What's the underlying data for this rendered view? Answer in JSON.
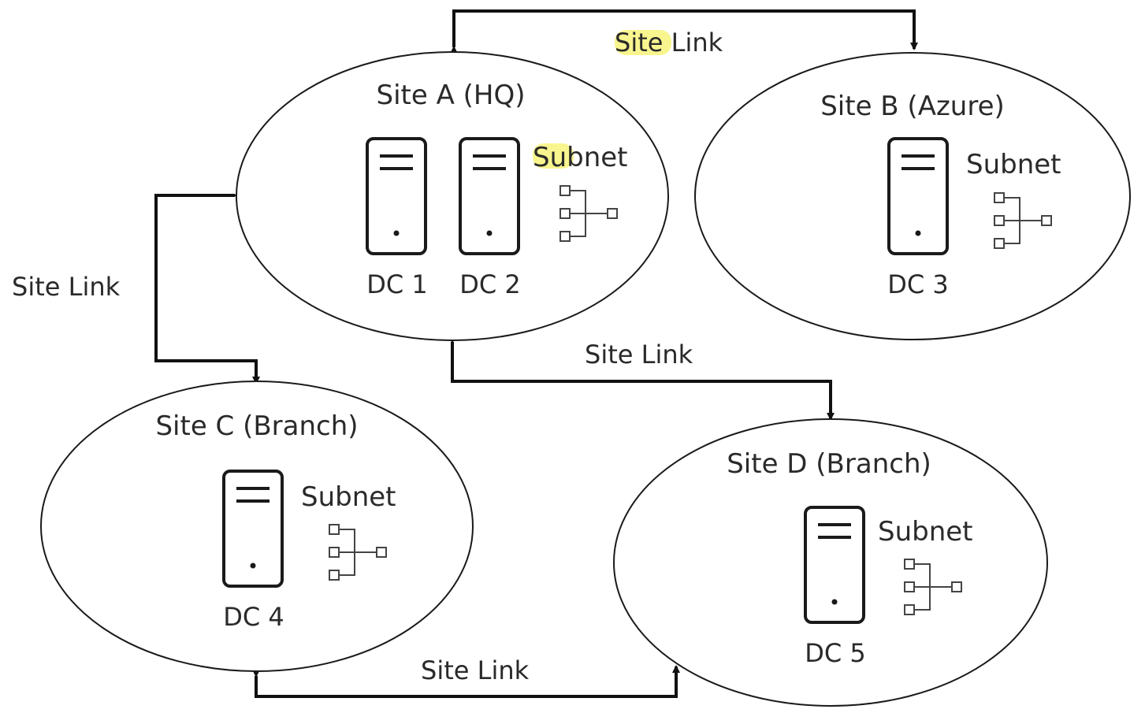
{
  "colors": {
    "line": "#111111",
    "text": "#2a2a2a",
    "highlight": "#f6f26a"
  },
  "sites": [
    {
      "title": "Site A (HQ)",
      "subnet": "Subnet",
      "dcs": [
        "DC 1",
        "DC 2"
      ]
    },
    {
      "title": "Site B (Azure)",
      "subnet": "Subnet",
      "dcs": [
        "DC 3"
      ]
    },
    {
      "title": "Site C (Branch)",
      "subnet": "Subnet",
      "dcs": [
        "DC 4"
      ]
    },
    {
      "title": "Site D (Branch)",
      "subnet": "Subnet",
      "dcs": [
        "DC 5"
      ]
    }
  ],
  "links": {
    "a_b": "Site Link",
    "a_c": "Site Link",
    "a_d": "Site Link",
    "c_d": "Site Link"
  },
  "icons": {
    "server": "server-icon",
    "subnet": "subnet-tree-icon"
  }
}
